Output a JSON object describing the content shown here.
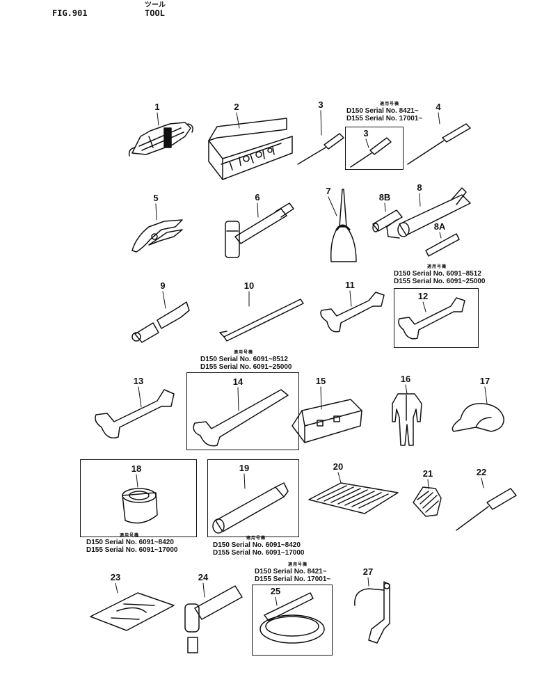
{
  "header": {
    "fig": "FIG.901",
    "title_jp": "ツール",
    "title_en": "TOOL"
  },
  "parts": [
    "1",
    "2",
    "3",
    "3",
    "4",
    "5",
    "6",
    "7",
    "8",
    "8B",
    "8A",
    "9",
    "10",
    "11",
    "12",
    "13",
    "14",
    "15",
    "16",
    "17",
    "18",
    "19",
    "20",
    "21",
    "22",
    "23",
    "24",
    "25",
    "27"
  ],
  "notes": {
    "n3": {
      "jp": "適用号機",
      "line1": "D150  Serial No. 8421~",
      "line2": "D155  Serial No. 17001~"
    },
    "n12": {
      "jp": "適用号機",
      "line1": "D150  Serial No. 6091~8512",
      "line2": "D155  Serial No. 6091~25000"
    },
    "n14": {
      "jp": "適用号機",
      "line1": "D150  Serial No. 6091~8512",
      "line2": "D155  Serial No. 6091~25000"
    },
    "n18": {
      "jp": "適用号機",
      "line1": "D150  Serial No. 6091~8420",
      "line2": "D155  Serial No. 6091~17000"
    },
    "n19": {
      "jp": "適用号機",
      "line1": "D150  Serial No. 6091~8420",
      "line2": "D155  Serial No. 6091~17000"
    },
    "n25": {
      "jp": "適用号機",
      "line1": "D150  Serial No. 8421~",
      "line2": "D155  Serial No. 17001~"
    }
  }
}
